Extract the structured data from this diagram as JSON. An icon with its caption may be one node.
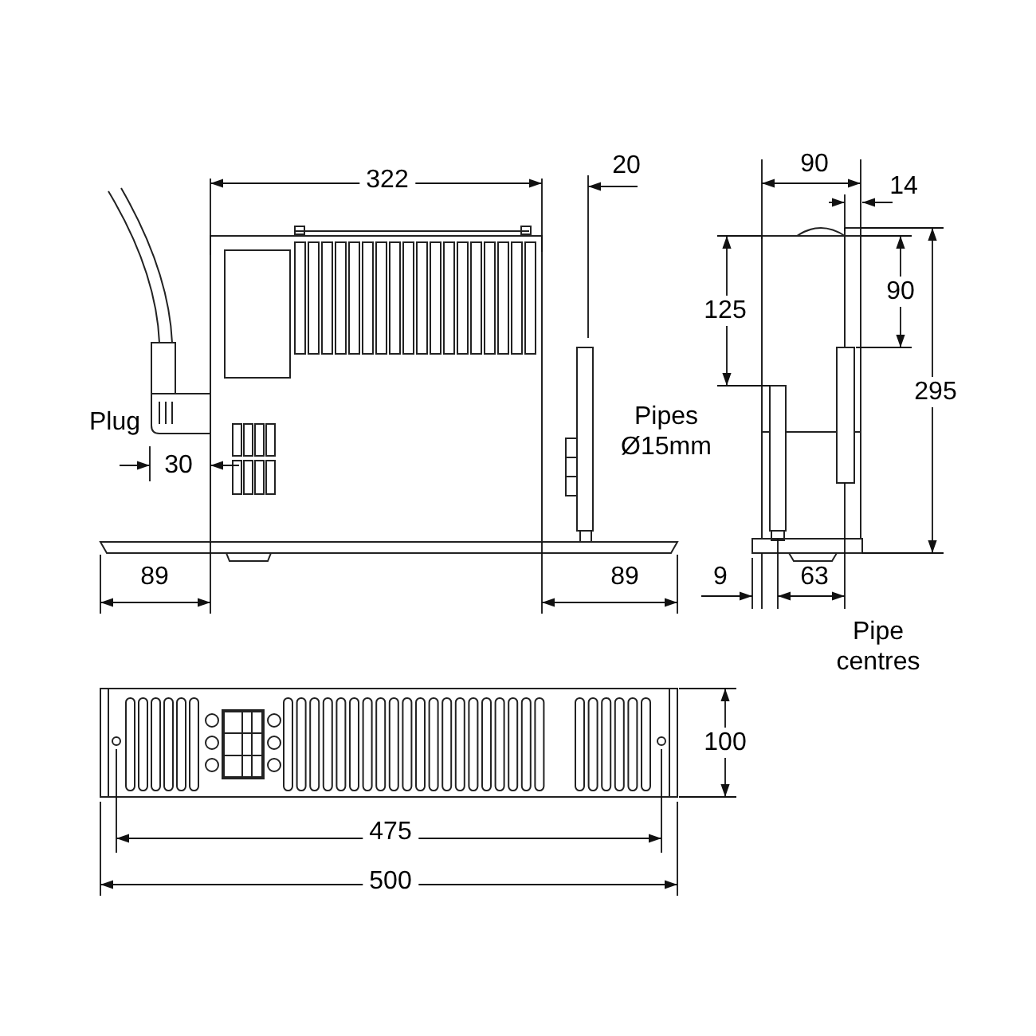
{
  "diagram": {
    "labels": [
      "322",
      "20",
      "90",
      "14",
      "125",
      "90",
      "295",
      "Plug",
      "30",
      "Pipes Ø15mm",
      "89",
      "89",
      "9",
      "63",
      "Pipe centres",
      "100",
      "475",
      "500"
    ]
  }
}
